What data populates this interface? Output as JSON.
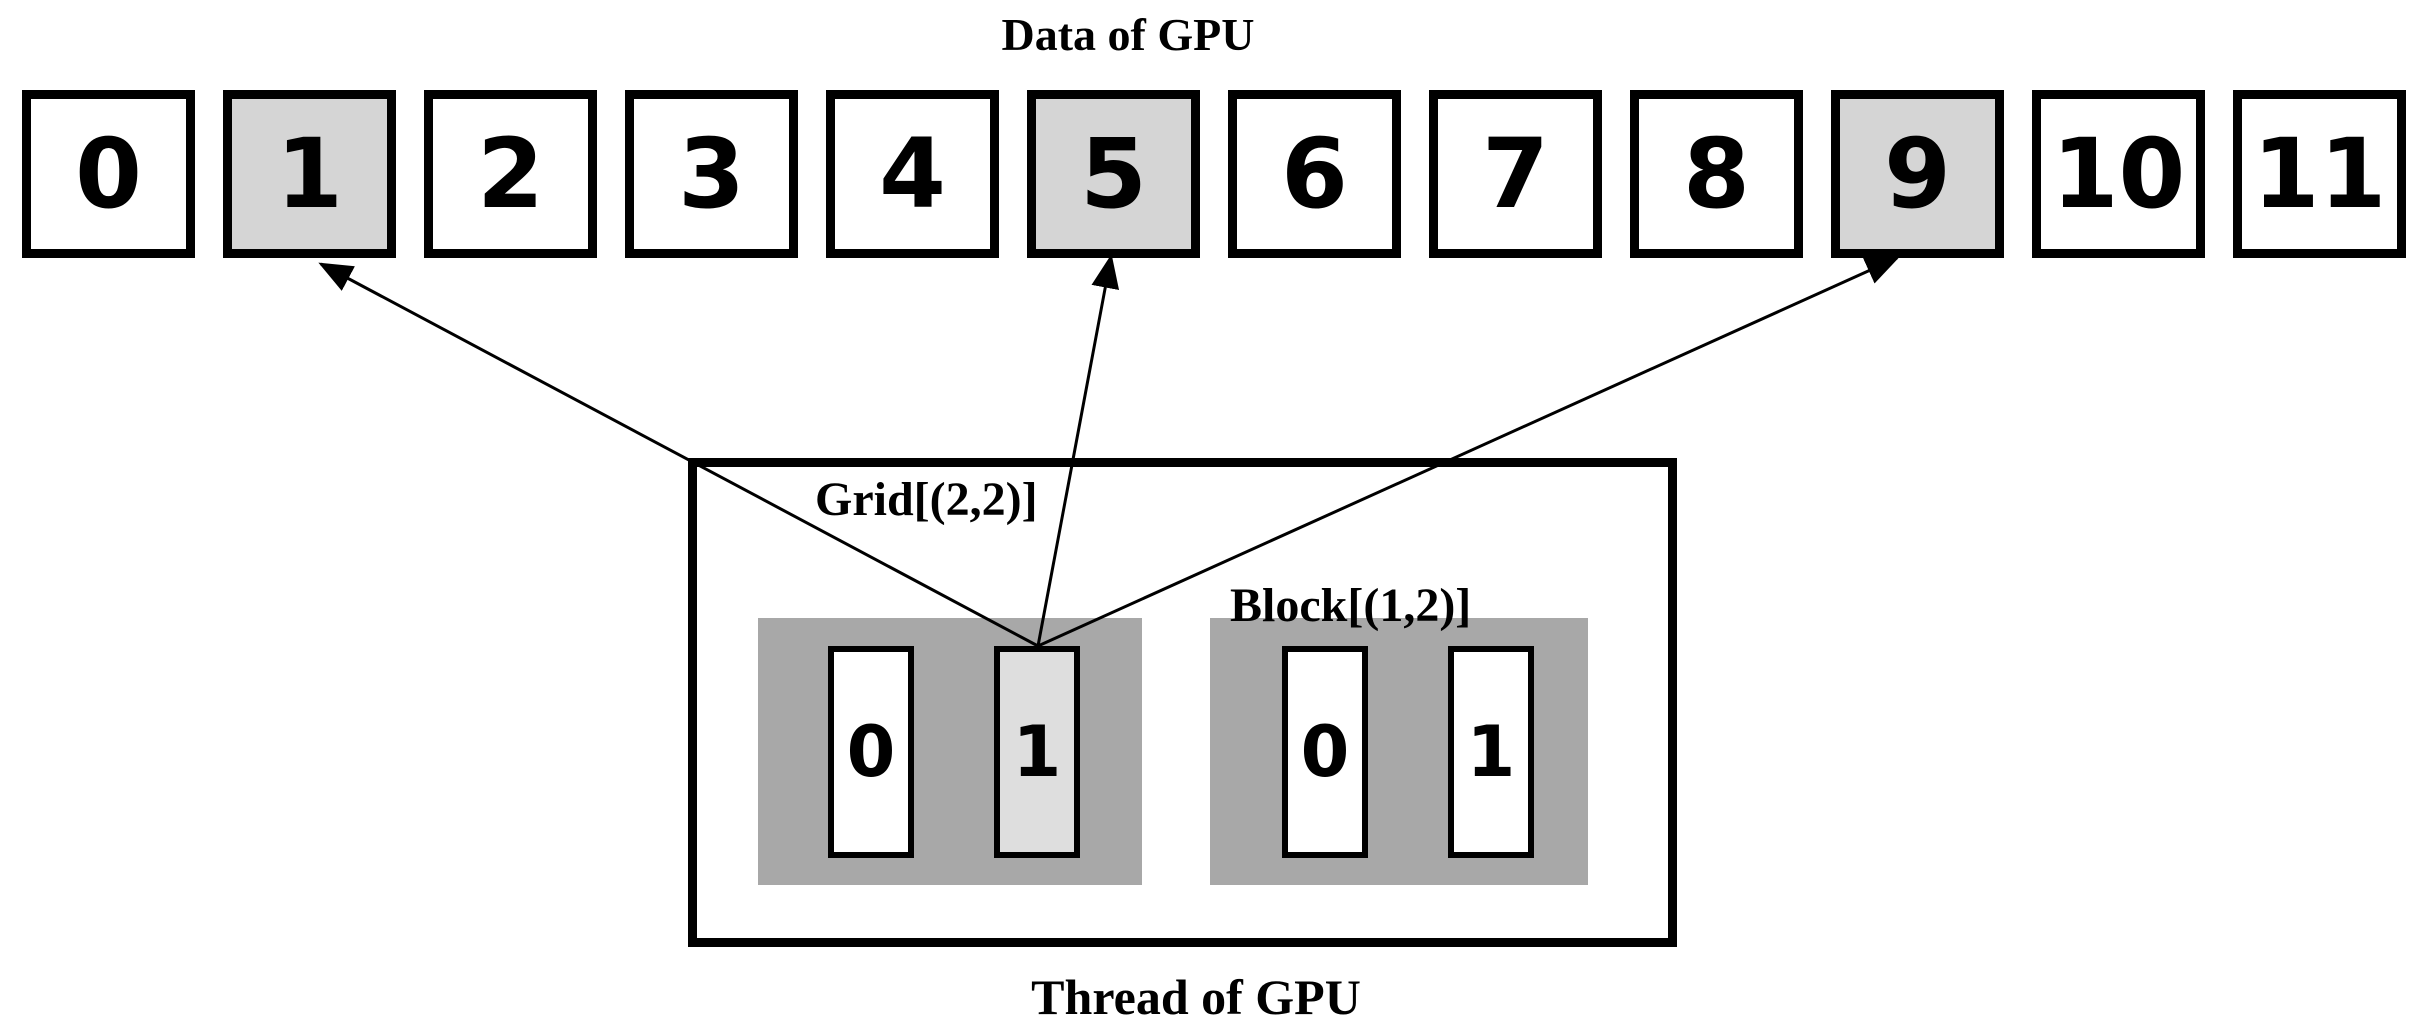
{
  "figure": {
    "data_array": {
      "title": "Data of GPU",
      "cells": [
        {
          "value": "0",
          "shaded": false
        },
        {
          "value": "1",
          "shaded": true
        },
        {
          "value": "2",
          "shaded": false
        },
        {
          "value": "3",
          "shaded": false
        },
        {
          "value": "4",
          "shaded": false
        },
        {
          "value": "5",
          "shaded": true
        },
        {
          "value": "6",
          "shaded": false
        },
        {
          "value": "7",
          "shaded": false
        },
        {
          "value": "8",
          "shaded": false
        },
        {
          "value": "9",
          "shaded": true
        },
        {
          "value": "10",
          "shaded": false
        },
        {
          "value": "11",
          "shaded": false
        }
      ]
    },
    "thread_box": {
      "grid_label": "Grid[(2,2)]",
      "block_label": "Block[(1,2)]",
      "caption": "Thread of GPU",
      "blocks": [
        {
          "id": "block-0",
          "threads": [
            {
              "value": "0",
              "shaded": false
            },
            {
              "value": "1",
              "shaded": true
            }
          ]
        },
        {
          "id": "block-1",
          "threads": [
            {
              "value": "0",
              "shaded": false
            },
            {
              "value": "1",
              "shaded": false
            }
          ]
        }
      ]
    },
    "arrows": {
      "source": "block-0-thread-1",
      "target_cells": [
        1,
        5,
        9
      ]
    },
    "colors": {
      "cell_shaded": "#d5d5d5",
      "thread_shaded": "#dedede",
      "block_fill": "#a8a8a8",
      "line": "#000000"
    }
  }
}
